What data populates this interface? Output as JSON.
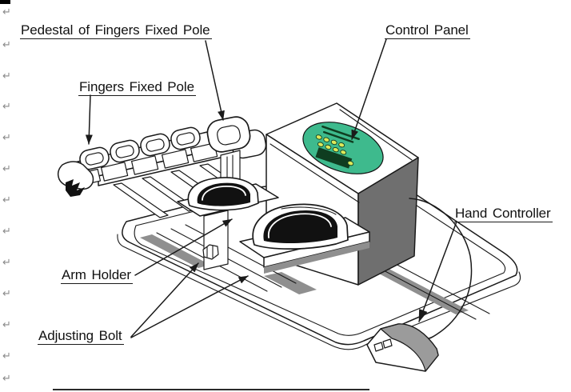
{
  "figure": {
    "labels": {
      "pedestal": "Pedestal of Fingers Fixed Pole",
      "control_panel": "Control Panel",
      "fingers_pole": "Fingers Fixed Pole",
      "hand_controller": "Hand Controller",
      "arm_holder": "Arm Holder",
      "adjusting_bolt": "Adjusting Bolt"
    }
  },
  "editor": {
    "paragraph_mark_glyph": "↵",
    "paragraph_mark_count": 13,
    "paragraph_mark_ys": [
      8,
      49,
      88,
      126,
      165,
      204,
      243,
      282,
      321,
      360,
      399,
      438,
      466
    ]
  },
  "colors": {
    "control_panel_green": "#3EBA8D",
    "control_panel_dark_green": "#0F3D20",
    "button_yellow": "#DDE95A",
    "cabinet_gray": "#6F6F6F",
    "mouse_gray": "#9B9B9B",
    "shadow_gray": "#8F8F8F",
    "line_black": "#1A1A1A",
    "mark_gray": "#8A8A8A"
  }
}
